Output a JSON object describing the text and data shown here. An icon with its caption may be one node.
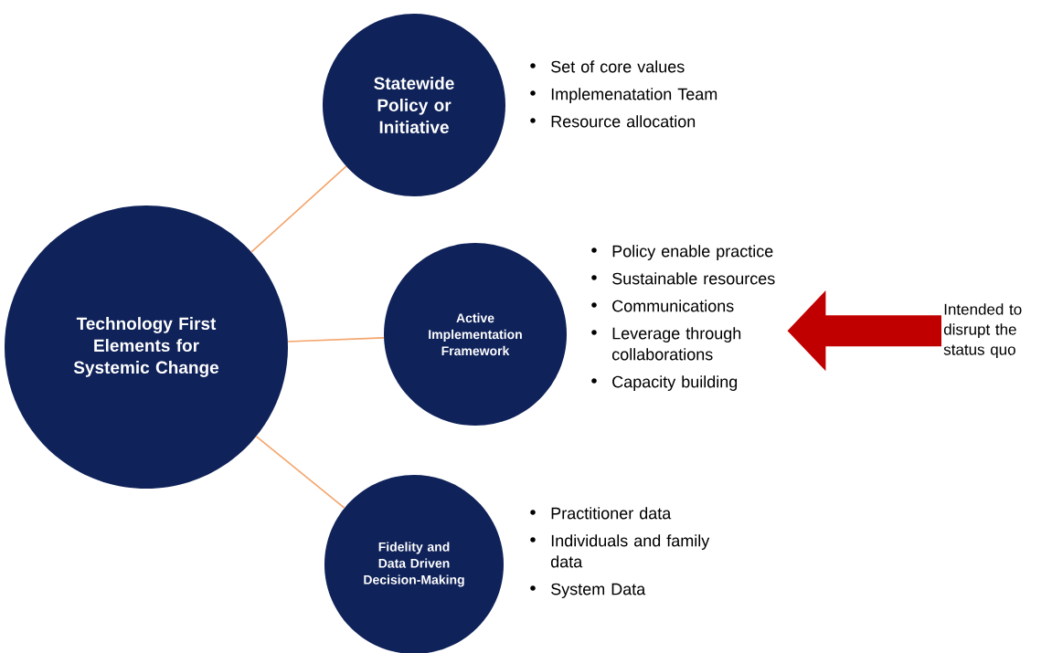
{
  "diagram": {
    "nodes": [
      {
        "text": [
          "Technology First Elements for Systemic Change"
        ]
      },
      {
        "text": [
          "Statewide Policy or Initiative"
        ]
      },
      {
        "text": [
          "Set of core values",
          "Implemenatation Team",
          "Resource allocation"
        ]
      },
      {
        "text": [
          "Active Implementation Framework"
        ]
      },
      {
        "text": [
          "Policy enable practice",
          "Sustainable resources",
          "Communications",
          "Leverage through collaborations",
          "Capacity building"
        ]
      },
      {
        "text": [
          "Fidelity and Data Driven Decision-Making"
        ]
      },
      {
        "text": [
          "Practitioner data",
          "Individuals and family data",
          "System Data"
        ]
      },
      {
        "text": [
          "Intended to disrupt the status quo"
        ]
      }
    ],
    "edges": [
      {
        "from": 0,
        "to": 1,
        "arrow": "none"
      },
      {
        "from": 0,
        "to": 3,
        "arrow": "none"
      },
      {
        "from": 0,
        "to": 5,
        "arrow": "none"
      },
      {
        "from": 7,
        "to": 4,
        "arrow": "to",
        "style": "thick",
        "color": "#c00000"
      }
    ]
  }
}
